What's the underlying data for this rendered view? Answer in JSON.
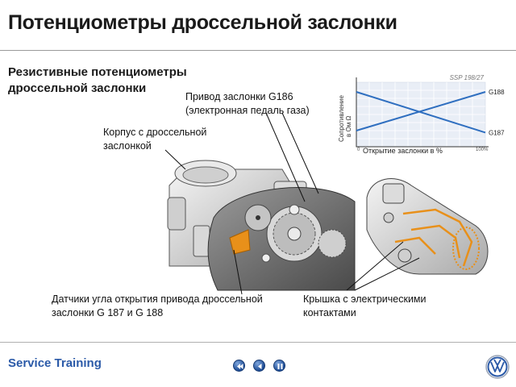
{
  "title": "Потенциометры дроссельной заслонки",
  "subtitle_line1": "Резистивные потенциометры",
  "subtitle_line2": "дроссельной заслонки",
  "callouts": {
    "drive_line1": "Привод заслонки G186",
    "drive_line2": "(электронная педаль газа)",
    "housing_line1": "Корпус с дроссельной",
    "housing_line2": "заслонкой",
    "sensors_line1": "Датчики угла открытия привода дроссельной",
    "sensors_line2": "заслонки G 187 и G 188",
    "cover_line1": "Крышка с электрическими",
    "cover_line2": "контактами"
  },
  "chart_data": {
    "type": "line",
    "ylabel_line1": "Сопротивление",
    "ylabel_line2": "в Ом Ω",
    "xlabel": "Открытие заслонки в %",
    "x_tick_start": "0",
    "x_tick_end": "100%",
    "ref": "SSP 198/27",
    "x": [
      0,
      100
    ],
    "xlim": [
      0,
      100
    ],
    "ylim": [
      0,
      100
    ],
    "grid": true,
    "series": [
      {
        "name": "G188",
        "values": [
          25,
          85
        ]
      },
      {
        "name": "G187",
        "values": [
          85,
          22
        ]
      }
    ]
  },
  "footer": {
    "brand": "Service Training"
  },
  "colors": {
    "accent": "#2b5aa8",
    "series_line": "#2f6fc0",
    "orange": "#e8901a"
  },
  "nav": {
    "first_icon": "skip-back-icon",
    "prev_icon": "back-icon",
    "pause_icon": "pause-icon"
  },
  "logo": "vw-logo"
}
